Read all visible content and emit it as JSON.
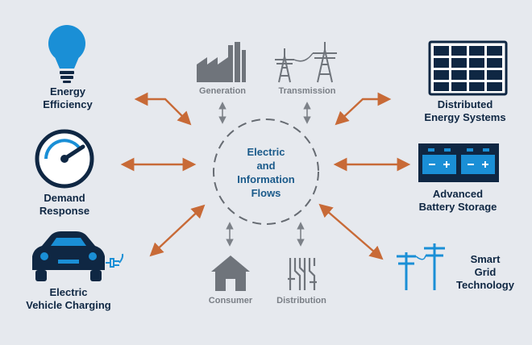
{
  "center": {
    "label_line1": "Electric",
    "label_line2": "and",
    "label_line3": "Information",
    "label_line4": "Flows"
  },
  "nodes": {
    "energy_efficiency": {
      "line1": "Energy",
      "line2": "Efficiency",
      "icon": "lightbulb-icon"
    },
    "demand_response": {
      "line1": "Demand",
      "line2": "Response",
      "icon": "gauge-icon"
    },
    "ev_charging": {
      "line1": "Electric",
      "line2": "Vehicle Charging",
      "icon": "electric-car-icon"
    },
    "generation": {
      "label": "Generation",
      "icon": "factory-icon"
    },
    "transmission": {
      "label": "Transmission",
      "icon": "transmission-tower-icon"
    },
    "consumer": {
      "label": "Consumer",
      "icon": "house-icon"
    },
    "distribution": {
      "label": "Distribution",
      "icon": "circuit-icon"
    },
    "distributed_energy": {
      "line1": "Distributed",
      "line2": "Energy Systems",
      "icon": "solar-panel-icon"
    },
    "battery_storage": {
      "line1": "Advanced",
      "line2": "Battery Storage",
      "icon": "battery-icon"
    },
    "smart_grid": {
      "line1": "Smart",
      "line2": "Grid",
      "line3": "Technology",
      "icon": "utility-pole-icon"
    }
  },
  "colors": {
    "background": "#e6e9ee",
    "dark_blue": "#0f2743",
    "bulb_blue": "#1a8fd6",
    "orange_arrow": "#c86a37",
    "gray_arrow": "#7c8188",
    "gray_icon": "#6f747b",
    "hub_text": "#1a5a8a",
    "panel_white": "#ffffff"
  }
}
